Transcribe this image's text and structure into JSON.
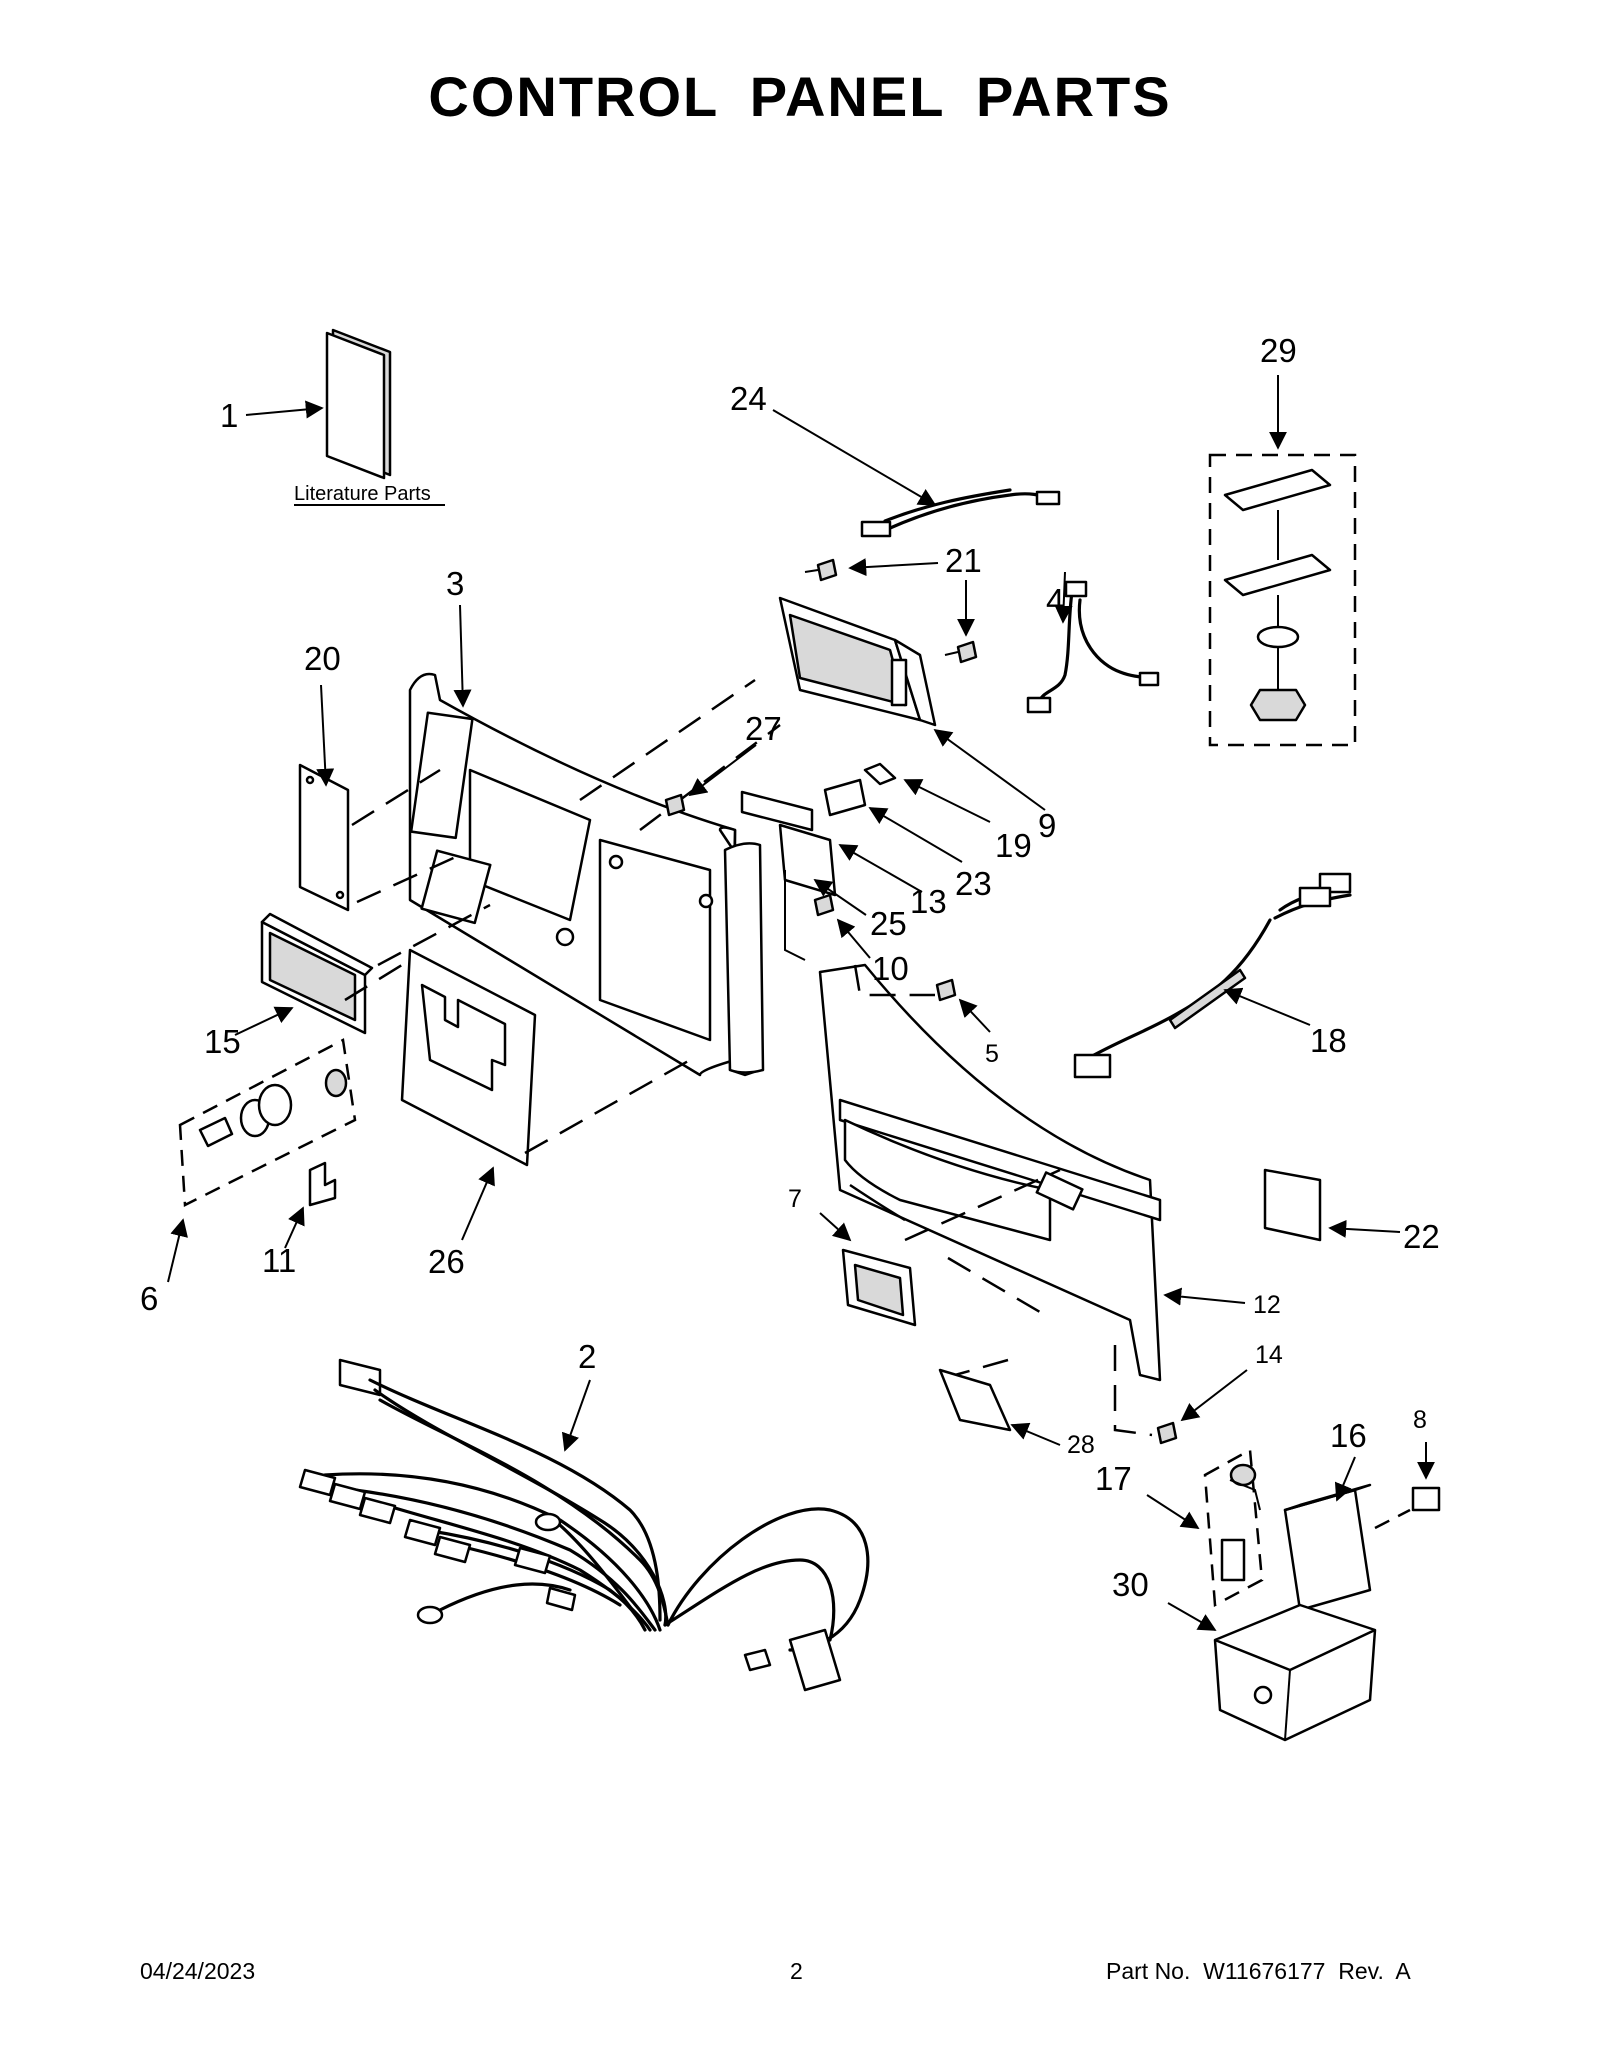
{
  "title": "CONTROL PANEL PARTS",
  "literature_label": "Literature Parts",
  "callouts": [
    "1",
    "2",
    "3",
    "4",
    "5",
    "6",
    "7",
    "8",
    "9",
    "10",
    "11",
    "12",
    "13",
    "14",
    "15",
    "16",
    "17",
    "18",
    "19",
    "20",
    "21",
    "22",
    "23",
    "24",
    "25",
    "26",
    "27",
    "28",
    "29",
    "30"
  ],
  "footer": {
    "date": "04/24/2023",
    "page": "2",
    "part_no": "Part No.  W11676177  Rev.  A"
  }
}
